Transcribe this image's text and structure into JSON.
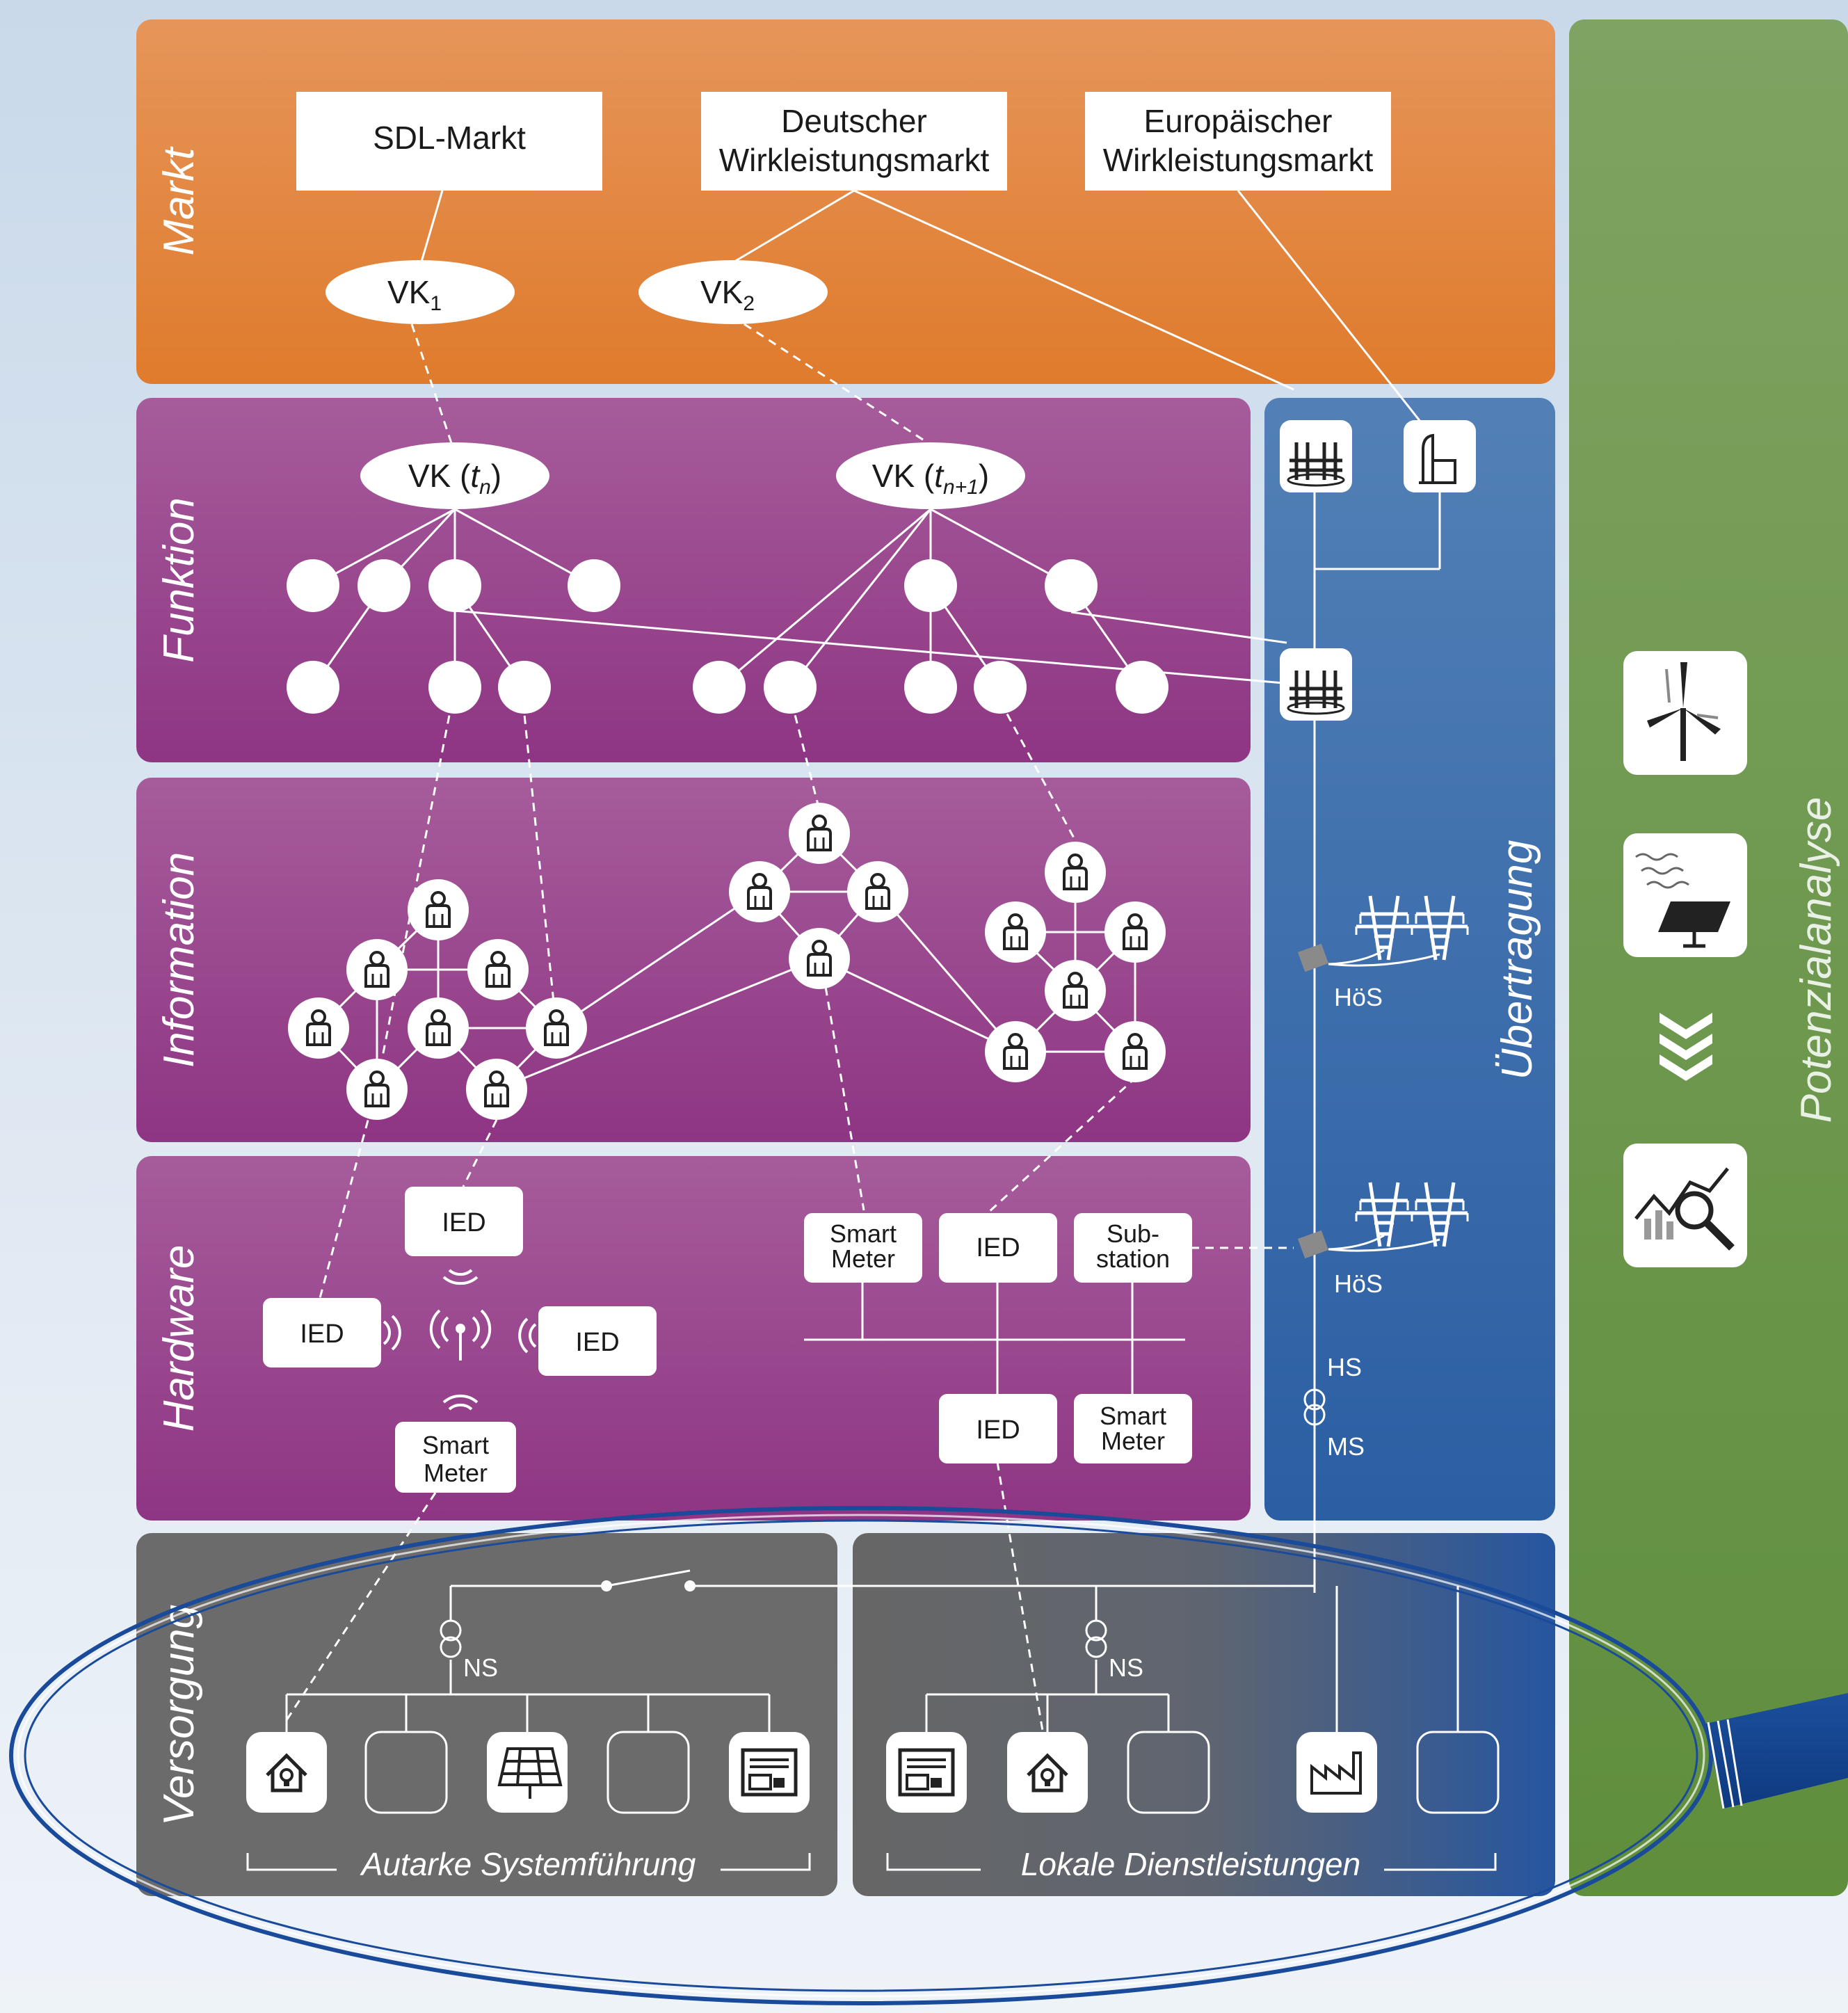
{
  "layers": {
    "markt": "Markt",
    "funktion": "Funktion",
    "information": "Information",
    "hardware": "Hardware",
    "versorgung": "Versorgung",
    "uebertragung": "Übertragung",
    "potenzialanalyse": "Potenzialanalyse"
  },
  "markets": {
    "sdl": "SDL-Markt",
    "deutscher_line1": "Deutscher",
    "deutscher_line2": "Wirkleistungsmarkt",
    "europaeischer_line1": "Europäischer",
    "europaeischer_line2": "Wirkleistungsmarkt"
  },
  "vk": {
    "vk1_base": "VK",
    "vk1_sub": "1",
    "vk2_base": "VK",
    "vk2_sub": "2",
    "vktn_base": "VK (",
    "vktn_var": "t",
    "vktn_sub": "n",
    "vktn_close": ")",
    "vktn1_base": "VK (",
    "vktn1_var": "t",
    "vktn1_sub": "n+1",
    "vktn1_close": ")"
  },
  "hardware": {
    "ied": "IED",
    "smart_line1": "Smart",
    "smart_line2": "Meter",
    "sub_line1": "Sub-",
    "sub_line2": "station"
  },
  "grid": {
    "hoes": "HöS",
    "hs": "HS",
    "ms": "MS",
    "ns": "NS"
  },
  "supply": {
    "autarke": "Autarke Systemführung",
    "lokale": "Lokale Dienstleistungen"
  },
  "colors": {
    "markt": "#e2853a",
    "funktion": "#9c3f8a",
    "uebertragung": "#3a6aa8",
    "versorgung": "#6b6b6b",
    "potenzial": "#6e9a4a",
    "ellipse": "#1a4a9a"
  }
}
